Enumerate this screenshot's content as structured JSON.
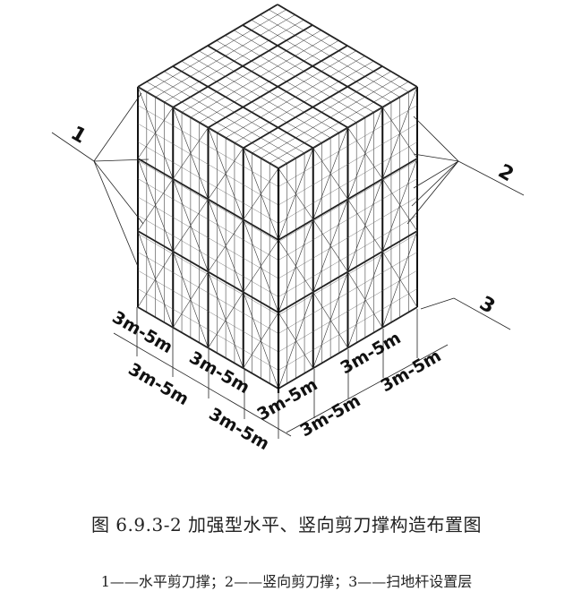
{
  "figure": {
    "title": "图 6.9.3-2 加强型水平、竖向剪刀撑构造布置图",
    "legend": "1——水平剪刀撑；2——竖向剪刀撑；3——扫地杆设置层",
    "callouts": [
      {
        "id": "1",
        "meaning": "水平剪刀撑"
      },
      {
        "id": "2",
        "meaning": "竖向剪刀撑"
      },
      {
        "id": "3",
        "meaning": "扫地杆设置层"
      }
    ],
    "dimensions": {
      "left_inner": [
        "3m-5m",
        "3m-5m",
        "3m-5m"
      ],
      "left_outer": [
        "3m-5m",
        "3m-5m"
      ],
      "right_inner": [
        "3m-5m",
        "3m-5m"
      ],
      "right_outer": [
        "3m-5m",
        "3m-5m"
      ]
    }
  }
}
